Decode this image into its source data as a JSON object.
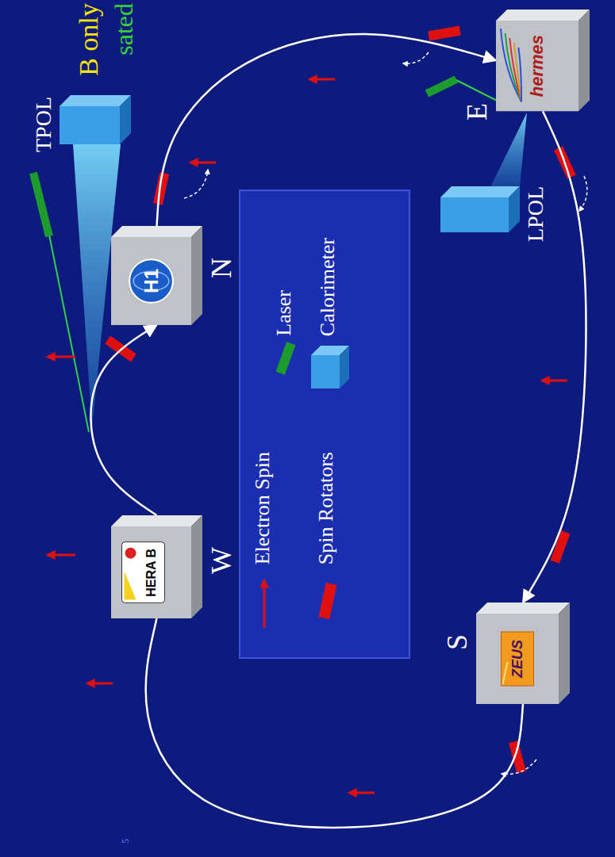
{
  "diagram": {
    "nodes": [
      {
        "text": [
          "TPOL"
        ]
      },
      {
        "text": [
          "N",
          "H1"
        ]
      },
      {
        "text": [
          "E",
          "hermes"
        ]
      },
      {
        "text": [
          "LPOL"
        ]
      },
      {
        "text": [
          "W",
          "HERA B"
        ]
      },
      {
        "text": [
          "S",
          "ZEUS"
        ]
      }
    ],
    "edges": [
      {
        "from": 4,
        "to": 1,
        "arrow": "to"
      },
      {
        "from": 1,
        "to": 2,
        "arrow": "to"
      },
      {
        "from": 2,
        "to": 5,
        "arrow": "to"
      },
      {
        "from": 5,
        "to": 4,
        "arrow": "none"
      }
    ],
    "labels": [
      "B only",
      "sated",
      "5"
    ],
    "legend": [
      {
        "text": "Electron Spin"
      },
      {
        "text": "Spin Rotators"
      },
      {
        "text": "Laser"
      },
      {
        "text": "Calorimeter"
      }
    ]
  }
}
